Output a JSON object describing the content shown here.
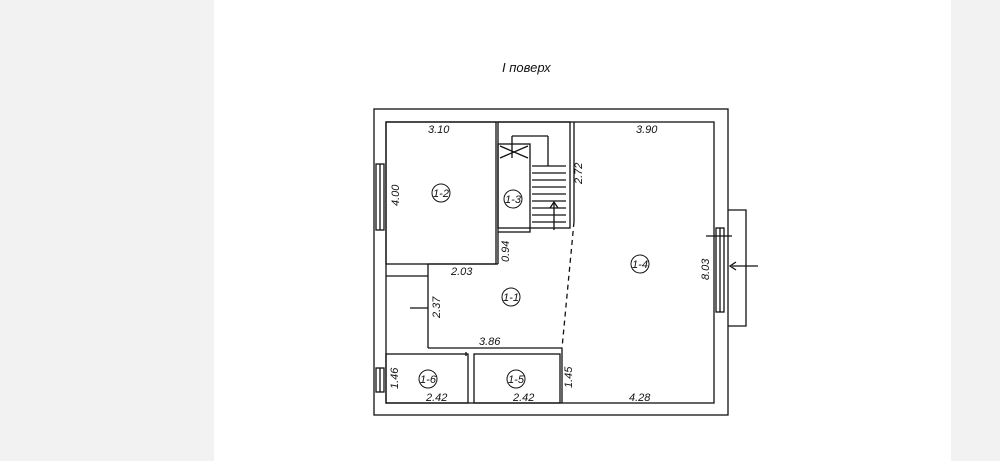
{
  "floor_title": "І  поверх",
  "rooms": [
    {
      "id": "1-1"
    },
    {
      "id": "1-2"
    },
    {
      "id": "1-3"
    },
    {
      "id": "1-4"
    },
    {
      "id": "1-5"
    },
    {
      "id": "1-6"
    }
  ],
  "dims": {
    "r12_w": "3.10",
    "r12_h": "4.00",
    "r13_h": "2.72",
    "r14_w": "3.90",
    "r14_h": "8.03",
    "r14_bottom": "4.28",
    "r11_top": "2.03",
    "r11_h": "2.37",
    "r11_bottom": "3.86",
    "r11_step": "0.94",
    "r16_h": "1.46",
    "r16_w": "2.42",
    "r15_w": "2.42",
    "r15_h": "1.45"
  },
  "colors": {
    "line": "#111111",
    "page": "#ffffff",
    "background": "#f2f2f2"
  }
}
